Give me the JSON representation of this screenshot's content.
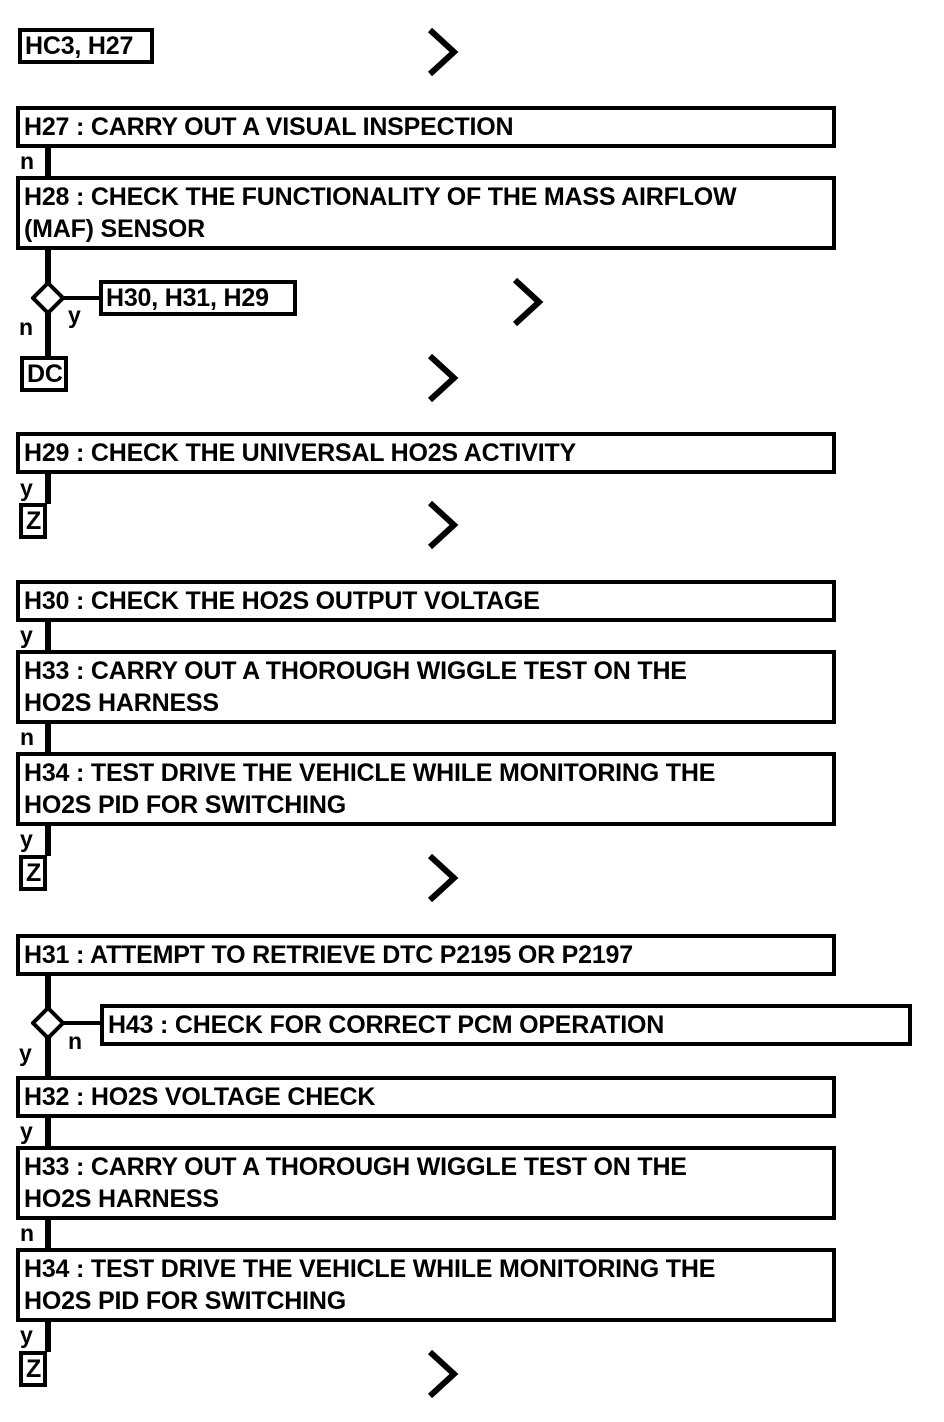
{
  "diagram": {
    "title": "HO2S / MAF diagnostic flowchart",
    "colors": {
      "ink": "#000000",
      "paper": "#ffffff"
    },
    "tags": [
      {
        "id": "tag-hc3-h27",
        "label": "HC3, H27"
      },
      {
        "id": "tag-h30-h31-h29",
        "label": "H30, H31, H29"
      },
      {
        "id": "tag-dc",
        "label": "DC"
      },
      {
        "id": "tag-z-1",
        "label": "Z"
      },
      {
        "id": "tag-z-2",
        "label": "Z"
      },
      {
        "id": "tag-z-3",
        "label": "Z"
      }
    ],
    "steps": [
      {
        "id": "h27",
        "label": "H27 : CARRY OUT A VISUAL INSPECTION"
      },
      {
        "id": "h28",
        "label": "H28 : CHECK THE FUNCTIONALITY OF THE MASS AIRFLOW\n(MAF) SENSOR"
      },
      {
        "id": "h29",
        "label": "H29 : CHECK THE UNIVERSAL HO2S ACTIVITY"
      },
      {
        "id": "h30",
        "label": "H30 : CHECK THE HO2S OUTPUT VOLTAGE"
      },
      {
        "id": "h33a",
        "label": "H33 : CARRY OUT A THOROUGH WIGGLE TEST ON THE\nHO2S HARNESS"
      },
      {
        "id": "h34a",
        "label": "H34 : TEST DRIVE THE VEHICLE WHILE MONITORING THE\nHO2S PID FOR SWITCHING"
      },
      {
        "id": "h31",
        "label": "H31 : ATTEMPT TO RETRIEVE DTC P2195 OR P2197"
      },
      {
        "id": "h43",
        "label": "H43 : CHECK FOR CORRECT PCM OPERATION"
      },
      {
        "id": "h32",
        "label": "H32 : HO2S VOLTAGE CHECK"
      },
      {
        "id": "h33b",
        "label": "H33 : CARRY OUT A THOROUGH WIGGLE TEST ON THE\nHO2S HARNESS"
      },
      {
        "id": "h34b",
        "label": "H34 : TEST DRIVE THE VEHICLE WHILE MONITORING THE\nHO2S PID FOR SWITCHING"
      }
    ],
    "branch_labels": {
      "h27_out": "n",
      "h28_decision_no": "n",
      "h28_decision_yes": "y",
      "h29_out": "y",
      "h30_out": "y",
      "h33a_out": "n",
      "h34a_out": "y",
      "h31_decision_yes": "y",
      "h31_decision_no": "n",
      "h32_out": "y",
      "h33b_out": "n",
      "h34b_out": "y"
    },
    "continuation_markers": [
      {
        "id": "chevron-1",
        "glyph": ">"
      },
      {
        "id": "chevron-2",
        "glyph": ">"
      },
      {
        "id": "chevron-3",
        "glyph": ">"
      },
      {
        "id": "chevron-4",
        "glyph": ">"
      },
      {
        "id": "chevron-5",
        "glyph": ">"
      },
      {
        "id": "chevron-6",
        "glyph": ">"
      }
    ]
  }
}
